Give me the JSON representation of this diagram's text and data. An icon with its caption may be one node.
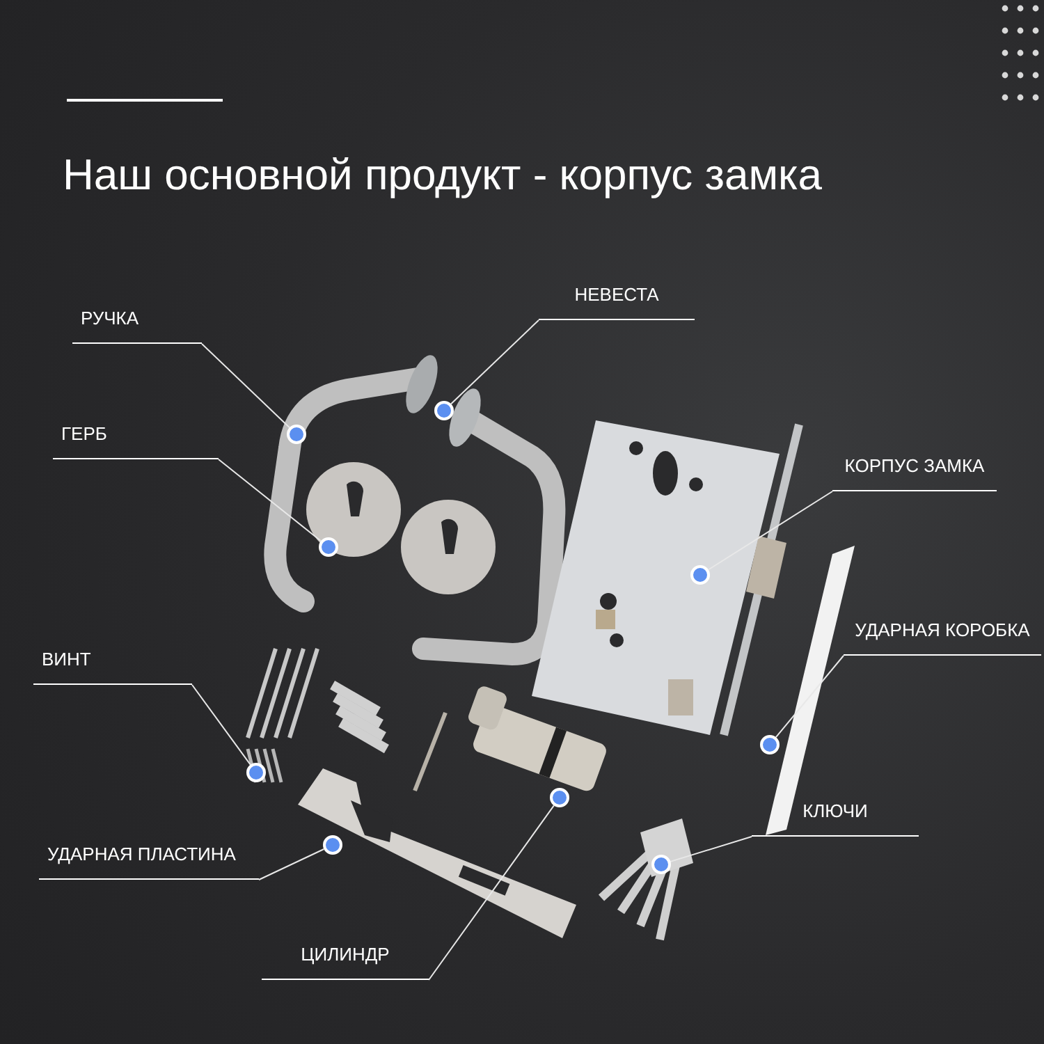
{
  "diagram": {
    "title": "Наш основной продукт - корпус замка",
    "nodes": [
      {
        "text": [
          "НЕВЕСТА"
        ]
      },
      {
        "text": [
          "РУЧКА"
        ]
      },
      {
        "text": [
          "ГЕРБ"
        ]
      },
      {
        "text": [
          "КОРПУС ЗАМКА"
        ]
      },
      {
        "text": [
          "УДАРНАЯ КОРОБКА"
        ]
      },
      {
        "text": [
          "ВИНТ"
        ]
      },
      {
        "text": [
          "КЛЮЧИ"
        ]
      },
      {
        "text": [
          "УДАРНАЯ ПЛАСТИНА"
        ]
      },
      {
        "text": [
          "ЦИЛИНДР"
        ]
      },
      {
        "text": [],
        "shape": "circle"
      },
      {
        "text": [],
        "shape": "circle"
      },
      {
        "text": [],
        "shape": "circle"
      },
      {
        "text": [],
        "shape": "circle"
      },
      {
        "text": [],
        "shape": "circle"
      },
      {
        "text": [],
        "shape": "circle"
      },
      {
        "text": [],
        "shape": "circle"
      },
      {
        "text": [],
        "shape": "circle"
      },
      {
        "text": [],
        "shape": "circle"
      }
    ],
    "edges": [
      {
        "from": 0,
        "to": 9,
        "arrow": "none"
      },
      {
        "from": 1,
        "to": 10,
        "arrow": "none"
      },
      {
        "from": 2,
        "to": 11,
        "arrow": "none"
      },
      {
        "from": 3,
        "to": 12,
        "arrow": "none"
      },
      {
        "from": 4,
        "to": 13,
        "arrow": "none"
      },
      {
        "from": 5,
        "to": 14,
        "arrow": "none"
      },
      {
        "from": 6,
        "to": 17,
        "arrow": "none"
      },
      {
        "from": 7,
        "to": 16,
        "arrow": "none"
      },
      {
        "from": 8,
        "to": 15,
        "arrow": "none"
      }
    ]
  }
}
